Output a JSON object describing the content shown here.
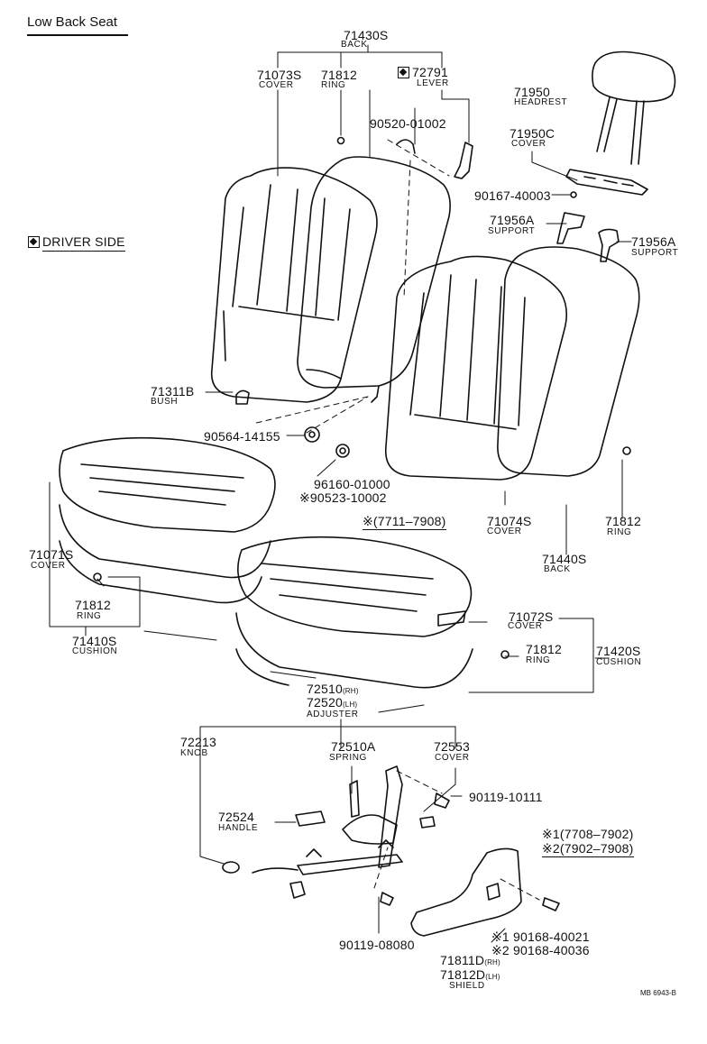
{
  "page": {
    "title": "Low Back Seat",
    "driver_side": "DRIVER SIDE",
    "code": "MB  6943-B"
  },
  "labels": {
    "back_top_pn": "71430S",
    "back_top_nm": "BACK",
    "cover_a_pn": "71073S",
    "cover_a_nm": "COVER",
    "ring_a_pn": "71812",
    "ring_a_nm": "RING",
    "lever_pn": "72791",
    "lever_nm": "LEVER",
    "screw_a": "90520-01002",
    "headrest_pn": "71950",
    "headrest_nm": "HEADREST",
    "hcover_pn": "71950C",
    "hcover_nm": "COVER",
    "screw_b": "90167-40003",
    "support_a_pn": "71956A",
    "support_a_nm": "SUPPORT",
    "support_b_pn": "71956A",
    "support_b_nm": "SUPPORT",
    "bush_pn": "71311B",
    "bush_nm": "BUSH",
    "nut_a": "90564-14155",
    "clip_a": "96160-01000",
    "clip_b": "※90523-10002",
    "range_a": "※(7711–7908)",
    "cover_b_pn": "71074S",
    "cover_b_nm": "COVER",
    "ring_b_pn": "71812",
    "ring_b_nm": "RING",
    "back_b_pn": "71440S",
    "back_b_nm": "BACK",
    "cover_c_pn": "71071S",
    "cover_c_nm": "COVER",
    "ring_c_pn": "71812",
    "ring_c_nm": "RING",
    "cushion_a_pn": "71410S",
    "cushion_a_nm": "CUSHION",
    "cover_d_pn": "71072S",
    "cover_d_nm": "COVER",
    "ring_d_pn": "71812",
    "ring_d_nm": "RING",
    "cushion_b_pn": "71420S",
    "cushion_b_nm": "CUSHION",
    "adj_rh_pn": "72510",
    "adj_rh_sfx": "(RH)",
    "adj_lh_pn": "72520",
    "adj_lh_sfx": "(LH)",
    "adj_nm": "ADJUSTER",
    "knob_pn": "72213",
    "knob_nm": "KNOB",
    "spring_pn": "72510A",
    "spring_nm": "SPRING",
    "acover_pn": "72553",
    "acover_nm": "COVER",
    "bolt_a": "90119-10111",
    "handle_pn": "72524",
    "handle_nm": "HANDLE",
    "range_b": "※1(7708–7902)",
    "range_c": "※2(7902–7908)",
    "bolt_b": "90119-08080",
    "screw_c": "※1 90168-40021",
    "screw_d": "※2 90168-40036",
    "shield_rh_pn": "71811D",
    "shield_rh_sfx": "(RH)",
    "shield_lh_pn": "71812D",
    "shield_lh_sfx": "(LH)",
    "shield_nm": "SHIELD"
  }
}
